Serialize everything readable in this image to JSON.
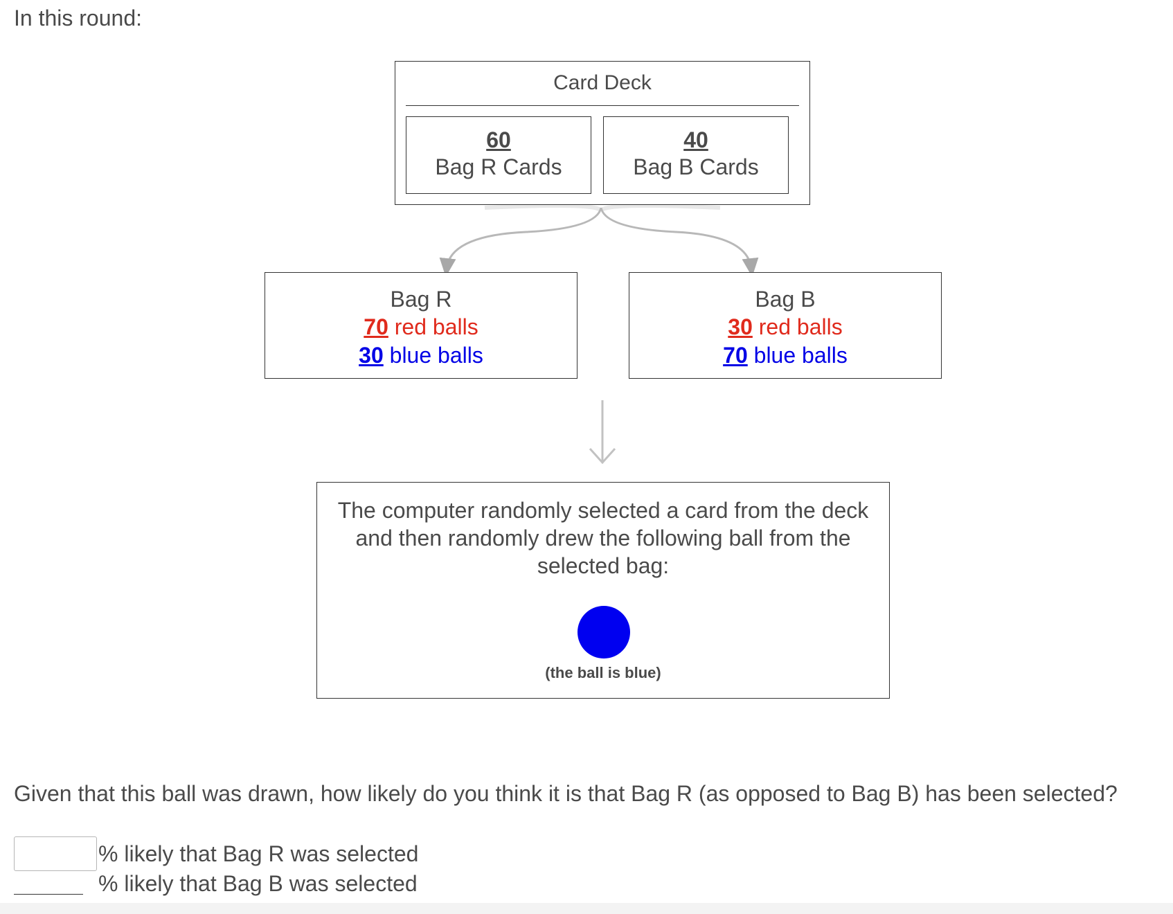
{
  "intro": "In this round:",
  "deck": {
    "title": "Card Deck",
    "bag_r": {
      "count": "60",
      "label": "Bag R Cards"
    },
    "bag_b": {
      "count": "40",
      "label": "Bag B Cards"
    }
  },
  "bags": {
    "r": {
      "title": "Bag R",
      "red_count": "70",
      "red_label": " red balls",
      "blue_count": "30",
      "blue_label": " blue balls"
    },
    "b": {
      "title": "Bag B",
      "red_count": "30",
      "red_label": " red balls",
      "blue_count": "70",
      "blue_label": " blue balls"
    }
  },
  "result": {
    "text": "The computer randomly selected a card from the deck and then randomly drew the following ball from the selected bag:",
    "ball_color": "#0000f0",
    "caption": "(the ball is blue)"
  },
  "question": "Given that this ball was drawn, how likely do you think it is that Bag R (as opposed to Bag B) has been selected?",
  "answers": {
    "bag_r": {
      "value": "",
      "label": "% likely that Bag R was selected"
    },
    "bag_b": {
      "label": "% likely that Bag B was selected"
    }
  },
  "colors": {
    "red": "#e02a1c",
    "blue": "#0000e6",
    "arrow": "#b8b8b8"
  }
}
